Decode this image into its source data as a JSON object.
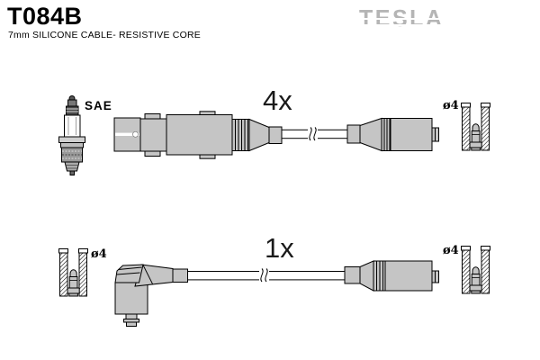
{
  "header": {
    "part_number": "T084B",
    "description": "7mm SILICONE CABLE- RESISTIVE CORE",
    "brand": "TESLA"
  },
  "top_kit": {
    "quantity": "4x",
    "plug_standard": "SAE",
    "terminal_diameter": "ø4"
  },
  "bottom_kit": {
    "quantity": "1x",
    "terminal_diameter_left": "ø4",
    "terminal_diameter_right": "ø4"
  },
  "colors": {
    "background": "#ffffff",
    "part_fill": "#c5c5c5",
    "outline": "#000000",
    "logo_gray": "#b5b5b5"
  }
}
